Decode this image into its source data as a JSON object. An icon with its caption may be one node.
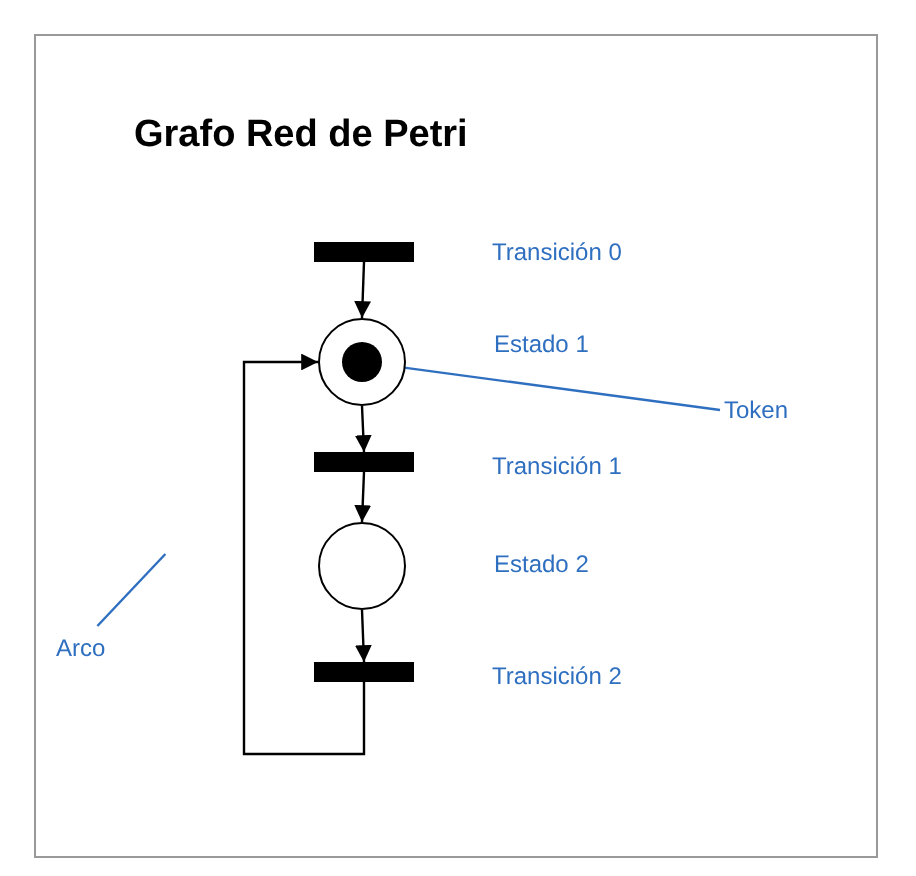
{
  "diagram": {
    "title": "Grafo Red de Petri",
    "nodes": [
      {
        "text": [],
        "shape": "bar",
        "beside": [
          "Transición 0"
        ]
      },
      {
        "text": [],
        "shape": "circle",
        "beside": [
          "Estado 1"
        ]
      },
      {
        "text": [],
        "shape": "circle",
        "in": 1
      },
      {
        "text": [],
        "shape": "bar",
        "beside": [
          "Transición 1"
        ]
      },
      {
        "text": [],
        "shape": "circle",
        "beside": [
          "Estado 2"
        ]
      },
      {
        "text": [],
        "shape": "bar",
        "beside": [
          "Transición 2"
        ]
      },
      {
        "text": [
          "Token"
        ]
      },
      {
        "text": [
          "Arco"
        ]
      }
    ],
    "edges": [
      {
        "from": 0,
        "to": 1,
        "arrow": "to"
      },
      {
        "from": 1,
        "to": 3,
        "arrow": "to"
      },
      {
        "from": 3,
        "to": 4,
        "arrow": "to"
      },
      {
        "from": 4,
        "to": 5,
        "arrow": "to"
      },
      {
        "from": 5,
        "to": 1,
        "arrow": "to"
      },
      {
        "from": 6,
        "to": 2,
        "arrow": "none",
        "color": "#2f6fc0"
      },
      {
        "from": 7,
        "to": null,
        "arrow": "none",
        "color": "#2f6fc0"
      }
    ]
  }
}
